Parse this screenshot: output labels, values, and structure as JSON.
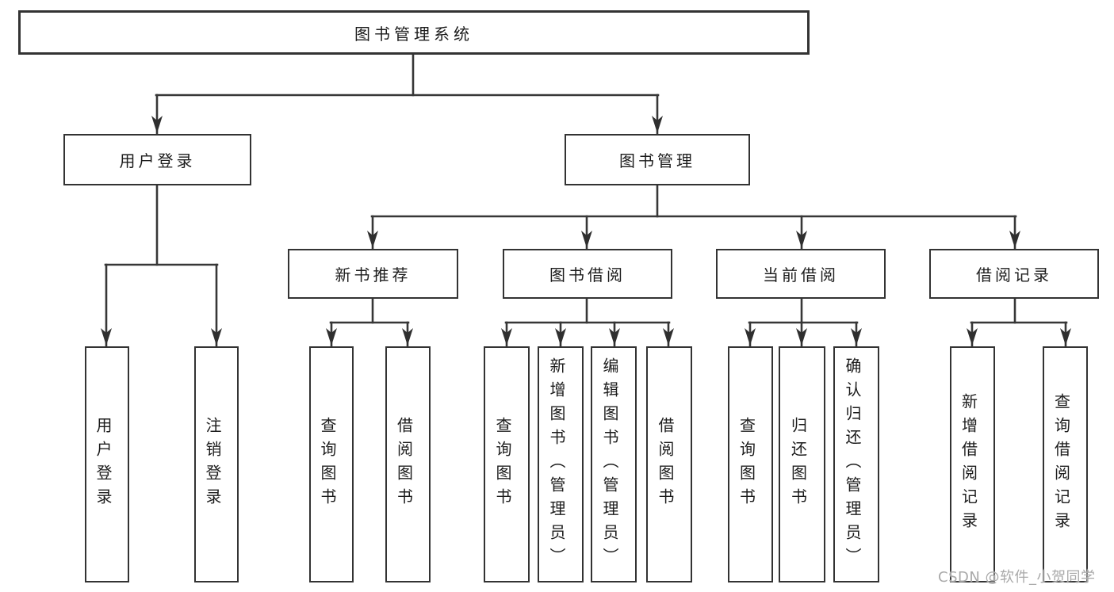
{
  "diagram": {
    "type": "hierarchy-diagram",
    "nodes": {
      "root": {
        "label": "图书管理系统"
      },
      "user_login": {
        "label": "用户登录"
      },
      "book_management": {
        "label": "图书管理"
      },
      "new_book_recommend": {
        "label": "新书推荐"
      },
      "book_borrowing": {
        "label": "图书借阅"
      },
      "current_borrowing": {
        "label": "当前借阅"
      },
      "borrowing_records": {
        "label": "借阅记录"
      },
      "leaf_user_login": {
        "label": "用户登录"
      },
      "leaf_logout": {
        "label": "注销登录"
      },
      "leaf_nb_query_books": {
        "label": "查询图书"
      },
      "leaf_nb_borrow_books": {
        "label": "借阅图书"
      },
      "leaf_bb_query_books": {
        "label": "查询图书"
      },
      "leaf_bb_add_books": {
        "label": "新增图书（管理员）"
      },
      "leaf_bb_edit_books": {
        "label": "编辑图书（管理员）"
      },
      "leaf_bb_borrow_books": {
        "label": "借阅图书"
      },
      "leaf_cb_query_books": {
        "label": "查询图书"
      },
      "leaf_cb_return_books": {
        "label": "归还图书"
      },
      "leaf_cb_confirm_return": {
        "label": "确认归还（管理员）"
      },
      "leaf_br_add_record": {
        "label": "新增借阅记录"
      },
      "leaf_br_query_record": {
        "label": "查询借阅记录"
      }
    },
    "watermark": "CSDN @软件_小贺同学",
    "colors": {
      "line": "#373737",
      "box_border": "#333333",
      "text": "#1c1c1c",
      "watermark": "#a9a9a9",
      "background": "#ffffff"
    }
  }
}
